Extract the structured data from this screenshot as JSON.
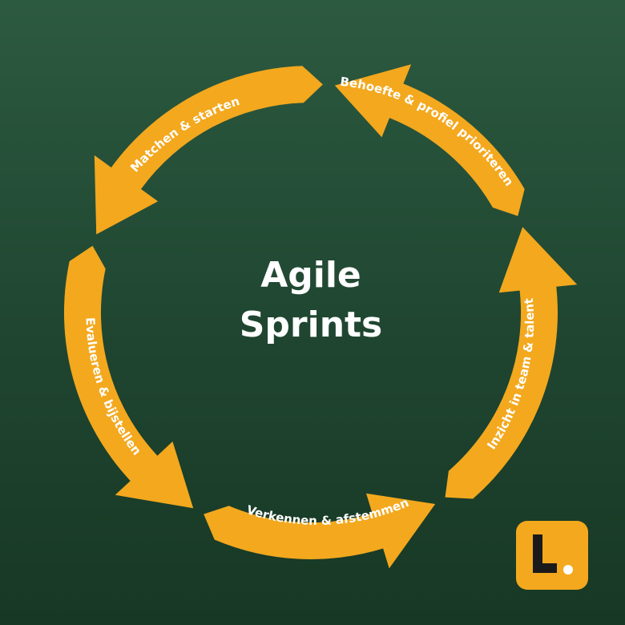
{
  "diagram": {
    "center": {
      "line1": "Agile",
      "line2": "Sprints"
    },
    "steps": [
      {
        "label": "Behoefte & profiel prioriteren"
      },
      {
        "label": "Matchen & starten"
      },
      {
        "label": "Evalueren & bijstellen"
      },
      {
        "label": "Verkennen & afstemmen"
      },
      {
        "label": "Inzicht in team & talent"
      }
    ]
  },
  "colors": {
    "arrow": "#f3a81e",
    "background_top": "#2c5a40",
    "background_bottom": "#173824",
    "text": "#ffffff",
    "logo_mark": "#1a1a1a"
  },
  "logo": {
    "icon": "logo-l-dot-icon"
  }
}
